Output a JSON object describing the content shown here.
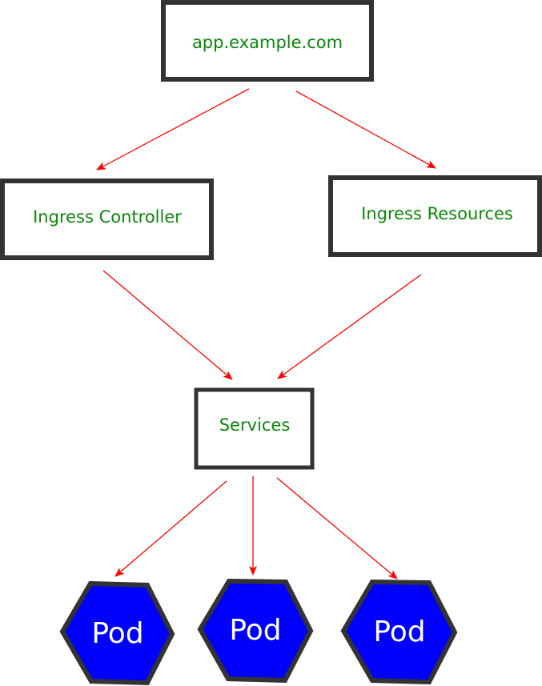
{
  "colors": {
    "box_border": "#333333",
    "box_fill": "#ffffff",
    "label_text": "#0a870a",
    "arrow": "#ff0000",
    "pod_fill": "#0000ff",
    "pod_border": "#333333",
    "pod_text": "#ffffff"
  },
  "nodes": {
    "app": {
      "label": "app.example.com"
    },
    "ingress_controller": {
      "label": "Ingress Controller"
    },
    "ingress_resources": {
      "label": "Ingress Resources"
    },
    "services": {
      "label": "Services"
    },
    "pods": [
      {
        "label": "Pod"
      },
      {
        "label": "Pod"
      },
      {
        "label": "Pod"
      }
    ]
  },
  "edges": [
    {
      "from": "app",
      "to": "ingress_controller"
    },
    {
      "from": "app",
      "to": "ingress_resources"
    },
    {
      "from": "ingress_controller",
      "to": "services"
    },
    {
      "from": "ingress_resources",
      "to": "services"
    },
    {
      "from": "services",
      "to": "pod-1"
    },
    {
      "from": "services",
      "to": "pod-2"
    },
    {
      "from": "services",
      "to": "pod-3"
    }
  ]
}
